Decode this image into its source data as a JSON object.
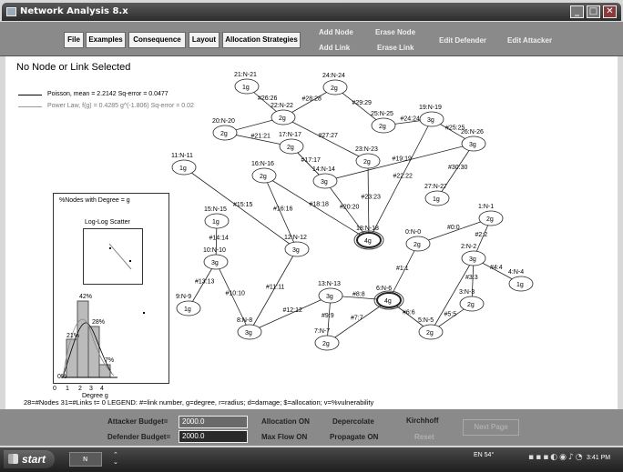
{
  "window": {
    "title": "Network Analysis 8.x"
  },
  "toolbar": {
    "buttons": [
      "File",
      "Examples",
      "Consequence",
      "Layout",
      "Allocation Strategies"
    ],
    "add_node": "Add Node",
    "add_link": "Add Link",
    "erase_node": "Erase Node",
    "erase_link": "Erase Link",
    "edit_defender": "Edit Defender",
    "edit_attacker": "Edit Attacker"
  },
  "canvas": {
    "status": "No Node or Link Selected",
    "legend": {
      "poisson": "Poisson, mean = 2.2142 Sq-error = 0.0477",
      "power_law": "Power Law, f(g) = 0.4285 g^(-1.806) Sq-error = 0.02"
    },
    "stats": {
      "title": "%Nodes with Degree = g",
      "scatter_title": "Log-Log Scatter",
      "bar_labels": [
        "0%",
        "21%",
        "42%",
        "28%",
        "7%"
      ],
      "axis_ticks": [
        "0",
        "1",
        "2",
        "3",
        "4"
      ],
      "axis_label": "Degree g"
    },
    "nodes": [
      {
        "id": "21",
        "label": "21:N-21",
        "deg": "1g"
      },
      {
        "id": "24",
        "label": "24:N-24",
        "deg": "2g"
      },
      {
        "id": "22",
        "label": "22:N-22",
        "deg": "2g"
      },
      {
        "id": "25",
        "label": "25:N-25",
        "deg": "2g"
      },
      {
        "id": "19",
        "label": "19:N-19",
        "deg": "3g"
      },
      {
        "id": "26",
        "label": "26:N-26",
        "deg": "3g"
      },
      {
        "id": "20",
        "label": "20:N-20",
        "deg": "2g"
      },
      {
        "id": "17",
        "label": "17:N-17",
        "deg": "2g"
      },
      {
        "id": "23",
        "label": "23:N-23",
        "deg": "2g"
      },
      {
        "id": "14",
        "label": "14:N-14",
        "deg": "3g"
      },
      {
        "id": "11",
        "label": "11:N-11",
        "deg": "1g"
      },
      {
        "id": "16",
        "label": "16:N-16",
        "deg": "2g"
      },
      {
        "id": "27",
        "label": "27:N-27",
        "deg": "1g"
      },
      {
        "id": "15",
        "label": "15:N-15",
        "deg": "1g"
      },
      {
        "id": "12",
        "label": "12:N-12",
        "deg": "3g"
      },
      {
        "id": "18",
        "label": "18:N-18",
        "deg": "4g"
      },
      {
        "id": "10",
        "label": "10:N-10",
        "deg": "3g"
      },
      {
        "id": "0",
        "label": "0:N-0",
        "deg": "2g"
      },
      {
        "id": "1",
        "label": "1:N-1",
        "deg": "2g"
      },
      {
        "id": "2",
        "label": "2:N-2",
        "deg": "3g"
      },
      {
        "id": "4",
        "label": "4:N-4",
        "deg": "1g"
      },
      {
        "id": "9",
        "label": "9:N-9",
        "deg": "1g"
      },
      {
        "id": "13",
        "label": "13:N-13",
        "deg": "3g"
      },
      {
        "id": "6",
        "label": "6:N-6",
        "deg": "4g"
      },
      {
        "id": "3",
        "label": "3:N-3",
        "deg": "2g"
      },
      {
        "id": "8",
        "label": "8:N-8",
        "deg": "3g"
      },
      {
        "id": "7",
        "label": "7:N-7",
        "deg": "2g"
      },
      {
        "id": "5",
        "label": "5:N-5",
        "deg": "2g"
      }
    ],
    "links": [
      "#26:26",
      "#28:28",
      "#29:29",
      "#24:24",
      "#25:25",
      "#21:21",
      "#27:27",
      "#17:17",
      "#19:19",
      "#22:22",
      "#30:30",
      "#15:15",
      "#16:16",
      "#20:20",
      "#23:23",
      "#18:18",
      "#14:14",
      "#0:0",
      "#2:2",
      "#13:13",
      "#10:10",
      "#11:11",
      "#1:1",
      "#4:4",
      "#3:3",
      "#8:8",
      "#12:12",
      "#9:9",
      "#7:7",
      "#6:6",
      "#5:5"
    ],
    "summary": "28=#Nodes 31=#Links  t= 0  LEGEND: #=link number, g=degree, r=radius; d=damage; $=allocation; v=%vulnerability"
  },
  "controls": {
    "attacker_label": "Attacker Budget=",
    "attacker_value": "2000.0",
    "defender_label": "Defender Budget=",
    "defender_value": "2000.0",
    "allocation_on": "Allocation ON",
    "max_flow_on": "Max Flow ON",
    "depercolate": "Depercolate",
    "propagate_on": "Propagate ON",
    "kirchhoff": "Kirchhoff",
    "reset": "Reset",
    "next_page": "Next Page"
  },
  "taskbar": {
    "start": "start",
    "task": "N",
    "tray": "EN  54°",
    "clock": "3:41 PM"
  }
}
